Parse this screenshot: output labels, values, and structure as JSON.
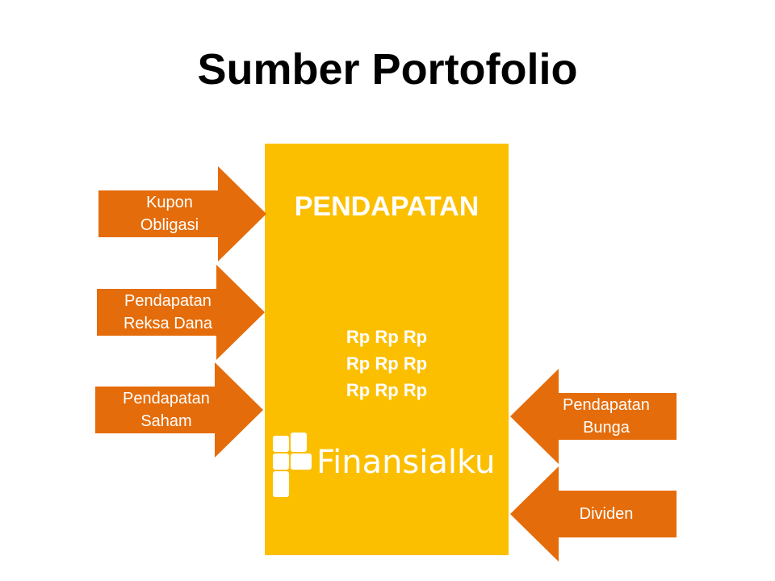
{
  "slide": {
    "title": "Sumber Portofolio"
  },
  "center_box": {
    "heading": "PENDAPATAN",
    "rp_lines": [
      "Rp Rp Rp",
      "Rp Rp Rp",
      "Rp Rp Rp"
    ],
    "logo_text": "Finansialku",
    "fill_color": "#FCBF00"
  },
  "inputs_left": [
    {
      "label_line1": "Kupon",
      "label_line2": "Obligasi"
    },
    {
      "label_line1": "Pendapatan",
      "label_line2": "Reksa Dana"
    },
    {
      "label_line1": "Pendapatan",
      "label_line2": "Saham"
    }
  ],
  "inputs_right": [
    {
      "label_line1": "Pendapatan",
      "label_line2": "Bunga"
    },
    {
      "label_line1": "Dividen",
      "label_line2": ""
    }
  ],
  "colors": {
    "arrow": "#E46C0A",
    "box": "#FCBF00",
    "text_on_shape": "#FFFFFF"
  }
}
